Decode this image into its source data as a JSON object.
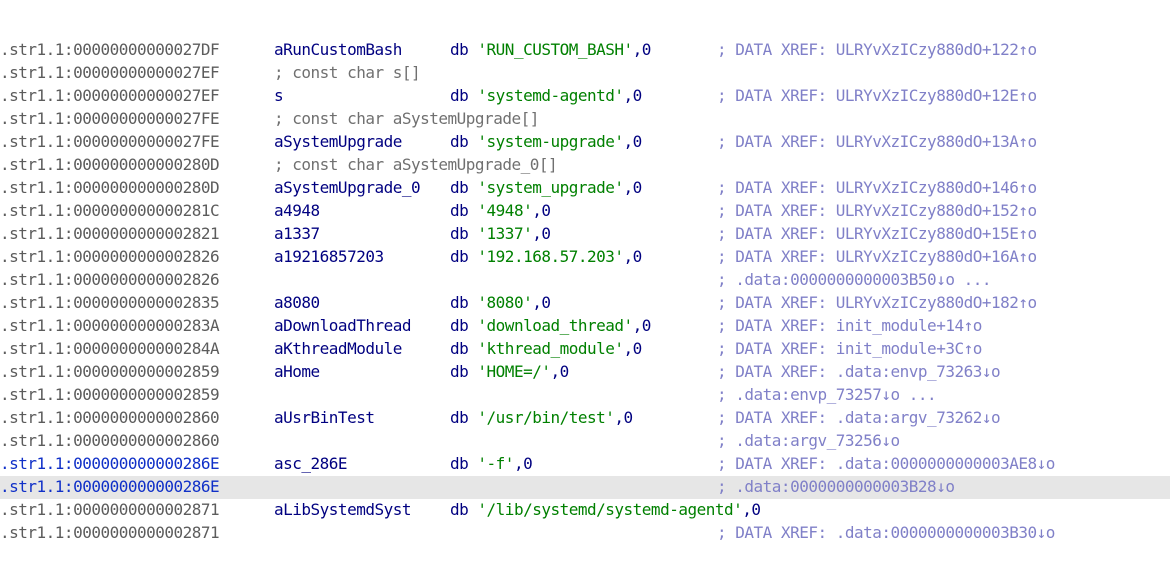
{
  "rows": [
    {
      "addr": ".str1.1:00000000000027DF",
      "name": "aRunCustomBash",
      "dir": "db",
      "value": "'RUN_CUSTOM_BASH'",
      "suffix": ",0",
      "comment": "; DATA XREF: ULRYvXzICzy880dO+122↑o"
    },
    {
      "addr": ".str1.1:00000000000027EF",
      "decl": "; const char s[]"
    },
    {
      "addr": ".str1.1:00000000000027EF",
      "name": "s",
      "dir": "db",
      "value": "'systemd-agentd'",
      "suffix": ",0",
      "comment": "; DATA XREF: ULRYvXzICzy880dO+12E↑o"
    },
    {
      "addr": ".str1.1:00000000000027FE",
      "decl": "; const char aSystemUpgrade[]"
    },
    {
      "addr": ".str1.1:00000000000027FE",
      "name": "aSystemUpgrade",
      "dir": "db",
      "value": "'system-upgrade'",
      "suffix": ",0",
      "comment": "; DATA XREF: ULRYvXzICzy880dO+13A↑o"
    },
    {
      "addr": ".str1.1:000000000000280D",
      "decl": "; const char aSystemUpgrade_0[]"
    },
    {
      "addr": ".str1.1:000000000000280D",
      "name": "aSystemUpgrade_0",
      "dir": "db",
      "value": "'system_upgrade'",
      "suffix": ",0",
      "comment": "; DATA XREF: ULRYvXzICzy880dO+146↑o"
    },
    {
      "addr": ".str1.1:000000000000281C",
      "name": "a4948",
      "dir": "db",
      "value": "'4948'",
      "suffix": ",0",
      "comment": "; DATA XREF: ULRYvXzICzy880dO+152↑o"
    },
    {
      "addr": ".str1.1:0000000000002821",
      "name": "a1337",
      "dir": "db",
      "value": "'1337'",
      "suffix": ",0",
      "comment": "; DATA XREF: ULRYvXzICzy880dO+15E↑o"
    },
    {
      "addr": ".str1.1:0000000000002826",
      "name": "a19216857203",
      "dir": "db",
      "value": "'192.168.57.203'",
      "suffix": ",0",
      "comment": "; DATA XREF: ULRYvXzICzy880dO+16A↑o"
    },
    {
      "addr": ".str1.1:0000000000002826",
      "comment": "; .data:0000000000003B50↓o ..."
    },
    {
      "addr": ".str1.1:0000000000002835",
      "name": "a8080",
      "dir": "db",
      "value": "'8080'",
      "suffix": ",0",
      "comment": "; DATA XREF: ULRYvXzICzy880dO+182↑o"
    },
    {
      "addr": ".str1.1:000000000000283A",
      "name": "aDownloadThread",
      "dir": "db",
      "value": "'download_thread'",
      "suffix": ",0",
      "comment": "; DATA XREF: init_module+14↑o"
    },
    {
      "addr": ".str1.1:000000000000284A",
      "name": "aKthreadModule",
      "dir": "db",
      "value": "'kthread_module'",
      "suffix": ",0",
      "comment": "; DATA XREF: init_module+3C↑o"
    },
    {
      "addr": ".str1.1:0000000000002859",
      "name": "aHome",
      "dir": "db",
      "value": "'HOME=/'",
      "suffix": ",0",
      "comment": "; DATA XREF: .data:envp_73263↓o"
    },
    {
      "addr": ".str1.1:0000000000002859",
      "comment": "; .data:envp_73257↓o ..."
    },
    {
      "addr": ".str1.1:0000000000002860",
      "name": "aUsrBinTest",
      "dir": "db",
      "value": "'/usr/bin/test'",
      "suffix": ",0",
      "comment": "; DATA XREF: .data:argv_73262↓o"
    },
    {
      "addr": ".str1.1:0000000000002860",
      "comment": "; .data:argv_73256↓o"
    },
    {
      "addr": ".str1.1:000000000000286E",
      "name": "asc_286E",
      "dir": "db",
      "value": "'-f'",
      "suffix": ",0",
      "comment": "; DATA XREF: .data:0000000000003AE8↓o",
      "selected": true
    },
    {
      "addr": ".str1.1:000000000000286E",
      "comment": "; .data:0000000000003B28↓o",
      "selected": true,
      "highlight": true
    },
    {
      "addr": ".str1.1:0000000000002871",
      "name": "aLibSystemdSyst",
      "dir": "db",
      "value": "'/lib/systemd/systemd-agentd'",
      "suffix": ",0"
    },
    {
      "addr": ".str1.1:0000000000002871",
      "comment": "; DATA XREF: .data:0000000000003B30↓o"
    }
  ],
  "colors": {
    "address": "#5c5c5c",
    "address_selected": "#1030c8",
    "name": "#000080",
    "string": "#008000",
    "comment": "#8080c8",
    "declaration": "#707070",
    "highlight": "#e6e6e6"
  }
}
